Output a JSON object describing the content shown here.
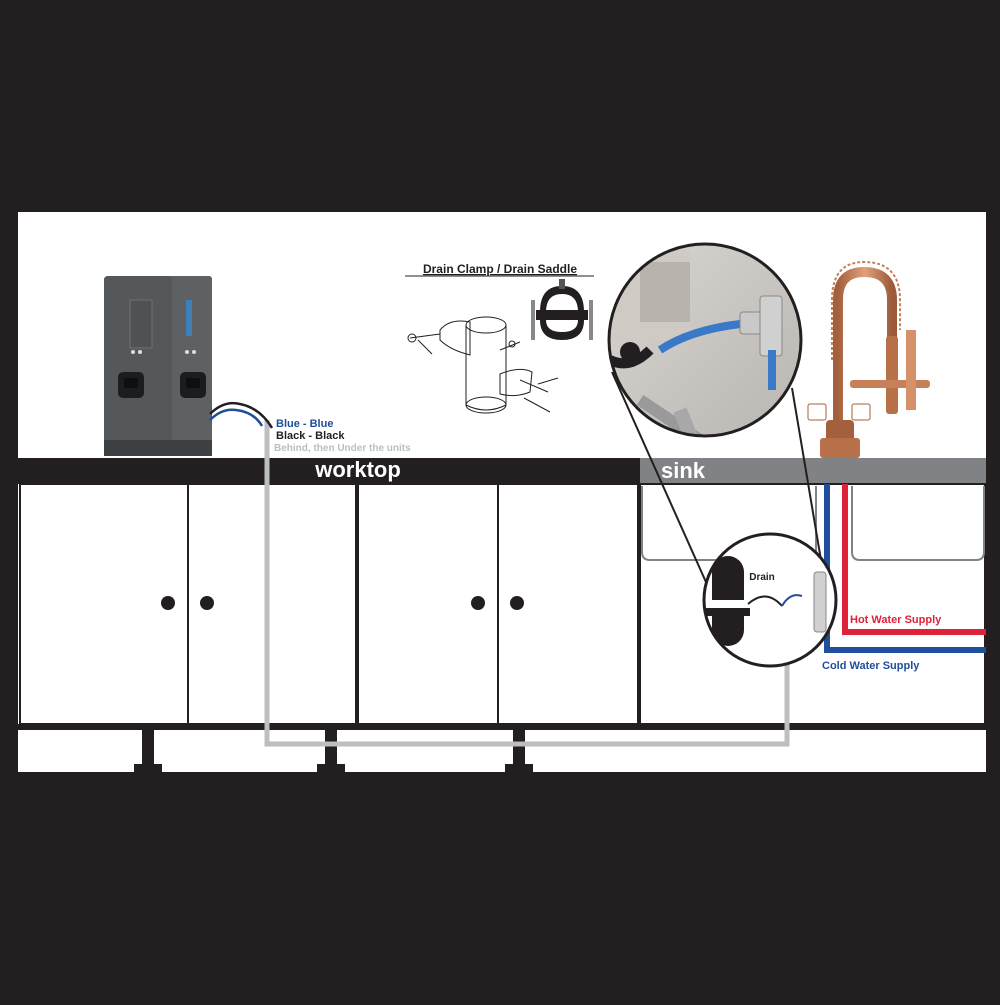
{
  "labels": {
    "blue_blue": "Blue - Blue",
    "black_black": "Black - Black",
    "behind": "Behind, then Under the units",
    "worktop": "worktop",
    "sink": "sink",
    "drain_clamp_title": "Drain Clamp / Drain Saddle",
    "drain": "Drain",
    "hot_water": "Hot Water Supply",
    "cold_water": "Cold Water Supply"
  },
  "colors": {
    "background": "#231f20",
    "panel": "#ffffff",
    "blue_line": "#1f4e9a",
    "hot_line": "#e0213a",
    "cold_line": "#1f4e9a",
    "grey_pipe": "#bcbec0",
    "sink_band": "#808285",
    "copper": "#c8805a"
  },
  "icons": {
    "dispenser": "water-dispenser-icon",
    "drain_saddle": "drain-saddle-icon",
    "faucet": "copper-faucet-icon",
    "zoom": "zoom-photo-icon"
  }
}
